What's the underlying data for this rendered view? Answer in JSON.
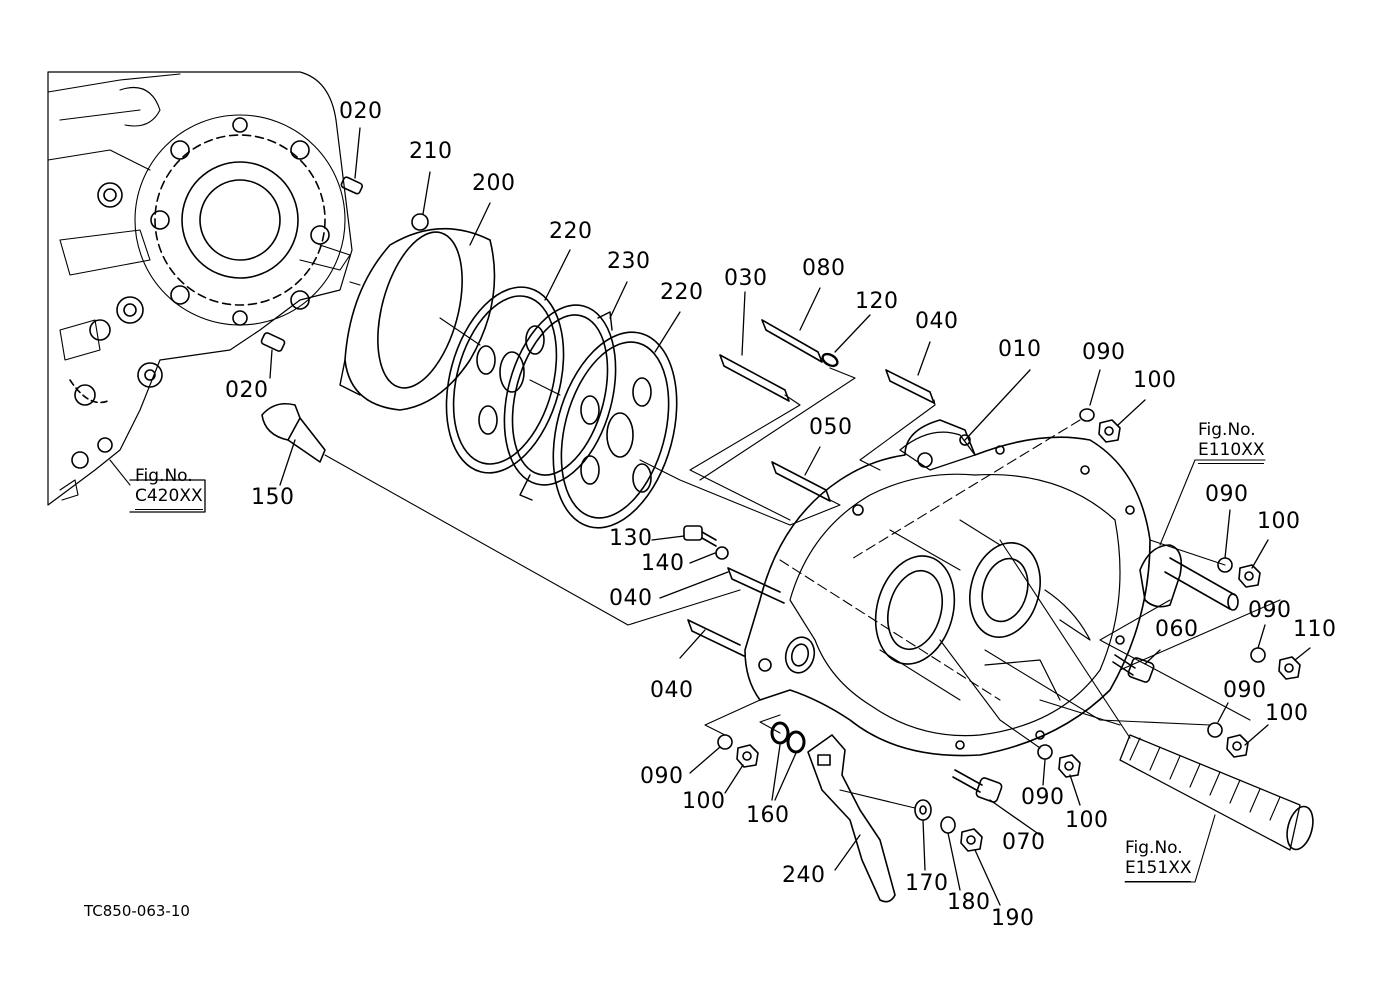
{
  "part_labels": [
    {
      "id": "p1",
      "text": "020"
    },
    {
      "id": "p2",
      "text": "210"
    },
    {
      "id": "p3",
      "text": "200"
    },
    {
      "id": "p4",
      "text": "220"
    },
    {
      "id": "p5",
      "text": "230"
    },
    {
      "id": "p6",
      "text": "220"
    },
    {
      "id": "p7",
      "text": "030"
    },
    {
      "id": "p8",
      "text": "080"
    },
    {
      "id": "p9",
      "text": "120"
    },
    {
      "id": "p10",
      "text": "040"
    },
    {
      "id": "p11",
      "text": "010"
    },
    {
      "id": "p12",
      "text": "090"
    },
    {
      "id": "p13",
      "text": "100"
    },
    {
      "id": "p14",
      "text": "020"
    },
    {
      "id": "p15",
      "text": "150"
    },
    {
      "id": "p16",
      "text": "050"
    },
    {
      "id": "p17",
      "text": "130"
    },
    {
      "id": "p18",
      "text": "140"
    },
    {
      "id": "p19",
      "text": "040"
    },
    {
      "id": "p20",
      "text": "040"
    },
    {
      "id": "p21",
      "text": "090"
    },
    {
      "id": "p22",
      "text": "100"
    },
    {
      "id": "p23",
      "text": "090"
    },
    {
      "id": "p24",
      "text": "110"
    },
    {
      "id": "p25",
      "text": "060"
    },
    {
      "id": "p26",
      "text": "090"
    },
    {
      "id": "p27",
      "text": "100"
    },
    {
      "id": "p28",
      "text": "090"
    },
    {
      "id": "p29",
      "text": "100"
    },
    {
      "id": "p30",
      "text": "160"
    },
    {
      "id": "p31",
      "text": "090"
    },
    {
      "id": "p32",
      "text": "100"
    },
    {
      "id": "p33",
      "text": "070"
    },
    {
      "id": "p34",
      "text": "240"
    },
    {
      "id": "p35",
      "text": "170"
    },
    {
      "id": "p36",
      "text": "180"
    },
    {
      "id": "p37",
      "text": "190"
    }
  ],
  "figure_refs": [
    {
      "id": "f1",
      "caption": "Fig.No.",
      "code": "C420XX"
    },
    {
      "id": "f2",
      "caption": "Fig.No.",
      "code": "E110XX"
    },
    {
      "id": "f3",
      "caption": "Fig.No.",
      "code": "E151XX"
    }
  ],
  "drawing_code": "TC850-063-10"
}
